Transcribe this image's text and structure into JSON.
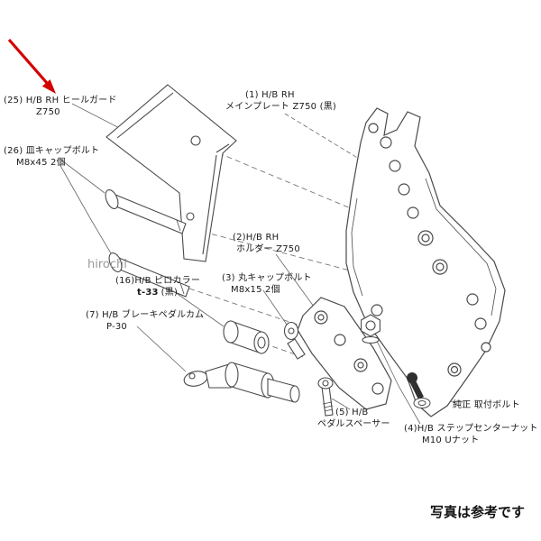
{
  "colors": {
    "arrow_red": "#d40000",
    "line_gray": "#4a4a4a",
    "leader_gray": "#666666",
    "text": "#1a1a1a",
    "watermark_gray": "#999999"
  },
  "watermark": "hirochi",
  "caption": "写真は参考です",
  "labels": {
    "l25": {
      "line1": "(25) H/B RH ヒールガード",
      "line2": "Z750"
    },
    "l26": {
      "line1": "(26) 皿キャップボルト",
      "line2": "M8x45 2個"
    },
    "l1": {
      "line1": "(1) H/B RH",
      "line2": "メインプレート Z750 (黒)"
    },
    "l2": {
      "line1": "(2)H/B RH",
      "line2": "ホルダー Z750"
    },
    "l16": {
      "line1": "(16)H/B ピロカラー",
      "line2_bold": "t-33",
      "line2_rest": "(黒)"
    },
    "l3": {
      "line1": "(3) 丸キャップボルト",
      "line2": "M8x15 2個"
    },
    "l7": {
      "line1": "(7) H/B ブレーキペダルカム",
      "line2": "P-30"
    },
    "l5": {
      "line1": "(5) H/B",
      "line2": "ペダルスペーサー"
    },
    "l4": {
      "line1": "(4)H/B ステップセンターナット",
      "line2": "M10 Uナット"
    },
    "stock_bolt": {
      "line1": "純正 取付ボルト"
    }
  }
}
